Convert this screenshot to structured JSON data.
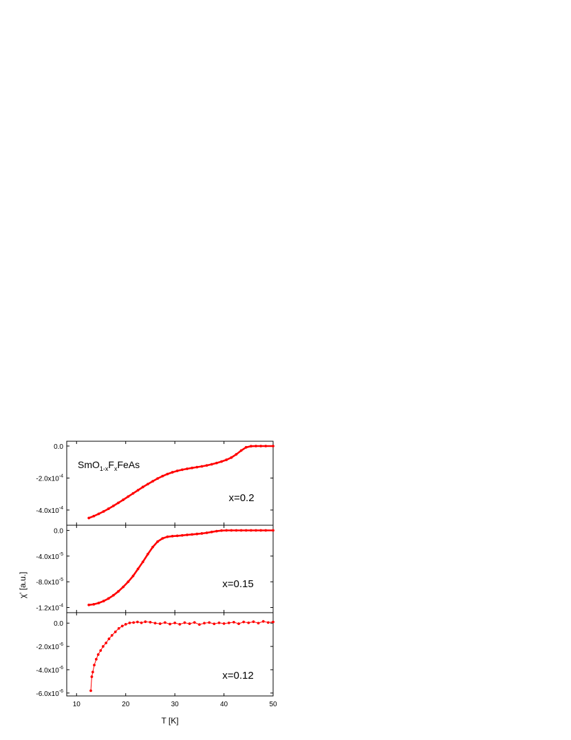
{
  "chart_data": {
    "type": "scatter",
    "xlabel": "T [K]",
    "ylabel": "χ' [a.u.]",
    "xlim": [
      8,
      50
    ],
    "x_ticks": [
      10,
      20,
      30,
      40,
      50
    ],
    "sample": {
      "base": "SmO",
      "sub1": "1-x",
      "mid": "F",
      "sub2": "x",
      "end": "FeAs"
    },
    "marker_color": "#ff0000",
    "panels": [
      {
        "annotation": "x=0.2",
        "ylim": [
          -0.000495,
          3e-05
        ],
        "y_ticks": [
          0,
          -0.0002,
          -0.0004
        ],
        "y_tick_mantissas": [
          "0.0",
          "-2.0x10",
          "-4.0x10"
        ],
        "y_tick_exponents": [
          "",
          "-4",
          "-4"
        ],
        "series": [
          {
            "x": [
              12.5,
              13.5,
              14.5,
              15.5,
              16.5,
              17.5,
              18.5,
              19.5,
              20.5,
              21.5,
              22.5,
              23.5,
              24.5,
              25.5,
              26.5,
              27.5,
              28.5,
              29.5,
              30.5,
              31.5,
              32.5,
              33.5,
              34.5,
              35.5,
              36.5,
              37.5,
              38.5,
              39.5,
              40.5,
              41.5,
              42.5,
              43.5,
              44.5,
              45.5,
              46.5,
              47.5,
              48.5,
              50
            ],
            "y": [
              -0.00045,
              -0.000438,
              -0.000424,
              -0.000409,
              -0.000392,
              -0.000374,
              -0.000355,
              -0.000336,
              -0.000316,
              -0.000296,
              -0.000276,
              -0.000256,
              -0.000238,
              -0.00022,
              -0.000203,
              -0.000188,
              -0.000175,
              -0.000164,
              -0.000155,
              -0.000148,
              -0.000142,
              -0.000137,
              -0.000132,
              -0.000127,
              -0.000121,
              -0.000114,
              -0.000106,
              -9.7e-05,
              -8.6e-05,
              -7.2e-05,
              -5.2e-05,
              -2.8e-05,
              -8e-06,
              -1e-06,
              0,
              0,
              0,
              0
            ]
          }
        ]
      },
      {
        "annotation": "x=0.15",
        "ylim": [
          -0.000128,
          8e-06
        ],
        "y_ticks": [
          0,
          -4e-05,
          -8e-05,
          -0.00012
        ],
        "y_tick_mantissas": [
          "0.0",
          "-4.0x10",
          "-8.0x10",
          "-1.2x10"
        ],
        "y_tick_exponents": [
          "",
          "-5",
          "-5",
          "-4"
        ],
        "series": [
          {
            "x": [
              12.5,
              13.5,
              14.5,
              15.5,
              16.5,
              17.5,
              18.5,
              19.5,
              20.5,
              21.5,
              22.5,
              23.5,
              24.5,
              25.5,
              26.5,
              27.5,
              28.5,
              29.5,
              30.5,
              31.5,
              32.5,
              33.5,
              34.5,
              35.5,
              36.5,
              37.5,
              38.5,
              39.5,
              40.5,
              41.5,
              42.5,
              43.5,
              44.5,
              45.5,
              46.5,
              47.5,
              48.5,
              50
            ],
            "y": [
              -0.000116,
              -0.000115,
              -0.000113,
              -0.00011,
              -0.000106,
              -0.000101,
              -9.5e-05,
              -8.8e-05,
              -8e-05,
              -7.1e-05,
              -6e-05,
              -4.9e-05,
              -3.7e-05,
              -2.6e-05,
              -1.75e-05,
              -1.25e-05,
              -1e-05,
              -9e-06,
              -8.5e-06,
              -7.8e-06,
              -7e-06,
              -6.3e-06,
              -5.6e-06,
              -4.8e-06,
              -3.8e-06,
              -2.5e-06,
              -1.2e-06,
              -3e-07,
              0,
              0,
              0,
              0,
              0,
              0,
              0,
              0,
              0,
              0
            ]
          }
        ]
      },
      {
        "annotation": "x=0.12",
        "ylim": [
          -6.25e-06,
          9e-07
        ],
        "y_ticks": [
          0,
          -2e-06,
          -4e-06,
          -6e-06
        ],
        "y_tick_mantissas": [
          "0.0",
          "-2.0x10",
          "-4.0x10",
          "-6.0x10"
        ],
        "y_tick_exponents": [
          "",
          "-6",
          "-6",
          "-6"
        ],
        "series": [
          {
            "x": [
              12.9,
              13.1,
              13.3,
              13.6,
              14.0,
              14.4,
              14.9,
              15.4,
              16.0,
              16.6,
              17.2,
              17.9,
              18.6,
              19.3,
              20.0,
              20.8,
              21.6,
              22.4,
              23.2,
              24.0,
              25.0,
              26.0,
              27.0,
              28.0,
              29.0,
              30.0,
              31.0,
              32.0,
              33.0,
              34.0,
              35.0,
              36.0,
              37.0,
              38.0,
              39.0,
              40.0,
              41.0,
              42.0,
              43.0,
              44.0,
              45.0,
              46.0,
              47.0,
              48.0,
              49.0,
              50.0
            ],
            "y": [
              -5.8e-06,
              -4.6e-06,
              -4.2e-06,
              -3.6e-06,
              -3.1e-06,
              -2.7e-06,
              -2.35e-06,
              -2e-06,
              -1.7e-06,
              -1.35e-06,
              -1.05e-06,
              -7.5e-07,
              -4.5e-07,
              -2.5e-07,
              -1e-07,
              2e-08,
              5e-08,
              1e-07,
              3e-08,
              1.2e-07,
              8e-08,
              0.0,
              -5e-08,
              5e-08,
              -8e-08,
              2e-08,
              -1e-07,
              4e-08,
              -5e-08,
              6e-08,
              -1.2e-07,
              0.0,
              5e-08,
              -6e-08,
              3e-08,
              -4e-08,
              2e-08,
              8e-08,
              -5e-08,
              1e-07,
              3e-08,
              1.2e-07,
              0.0,
              1.5e-07,
              5e-08,
              1e-07
            ]
          }
        ]
      }
    ]
  }
}
